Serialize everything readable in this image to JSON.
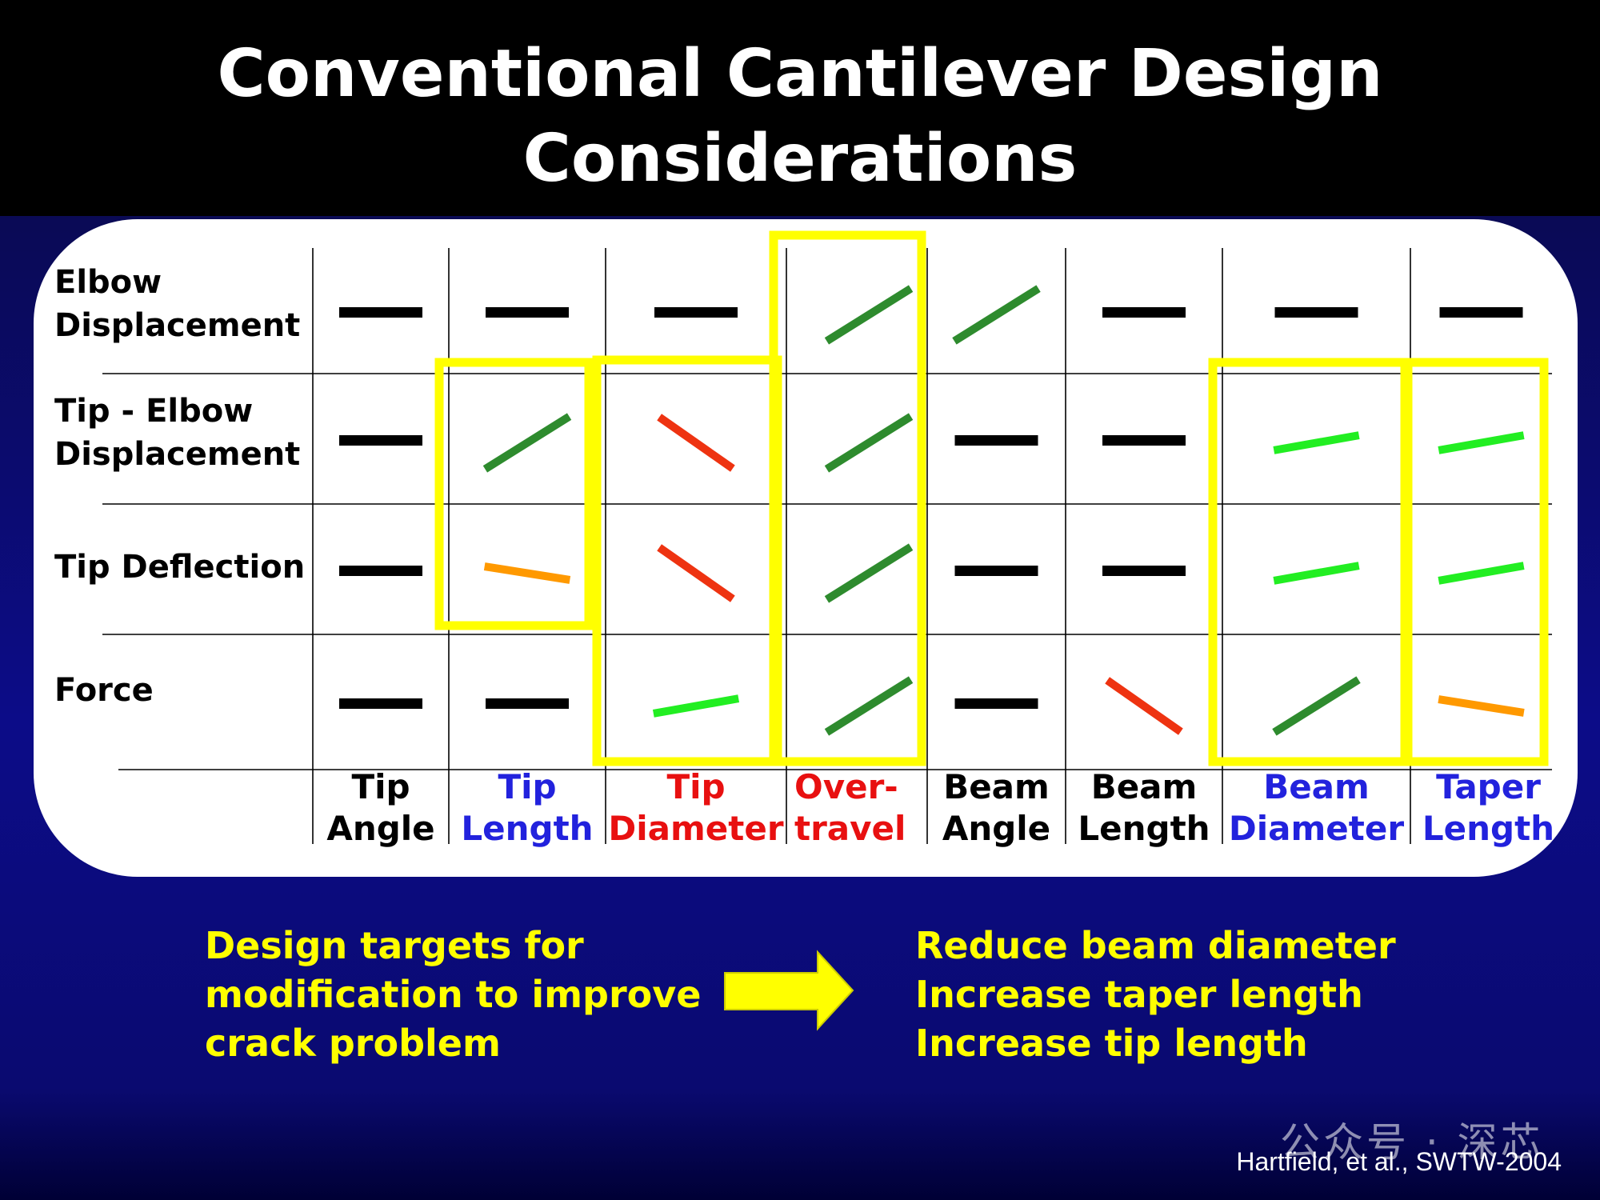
{
  "title": {
    "line1": "Conventional Cantilever Design",
    "line2": "Considerations"
  },
  "rows": [
    {
      "label": "Elbow\nDisplacement"
    },
    {
      "label": "Tip - Elbow\nDisplacement"
    },
    {
      "label": "Tip Deflection"
    },
    {
      "label": "Force"
    }
  ],
  "columns": [
    {
      "label": "Tip\nAngle",
      "color": "#000000"
    },
    {
      "label": "Tip\nLength",
      "color": "#2222dd"
    },
    {
      "label": "Tip\nDiameter",
      "color": "#e81010"
    },
    {
      "label": "Over-\ntravel",
      "color": "#e81010"
    },
    {
      "label": "Beam\nAngle",
      "color": "#000000"
    },
    {
      "label": "Beam\nLength",
      "color": "#000000"
    },
    {
      "label": "Beam\nDiameter",
      "color": "#2222dd"
    },
    {
      "label": "Taper\nLength",
      "color": "#2222dd"
    }
  ],
  "trend_colors": {
    "flat": "#000000",
    "up": "#2e8b2e",
    "slight_up": "#22ee22",
    "down": "#ee3311",
    "slight_down": "#ff9900"
  },
  "trends": [
    [
      "flat",
      "flat",
      "flat",
      "up",
      "up",
      "flat",
      "flat",
      "flat"
    ],
    [
      "flat",
      "up",
      "down",
      "up",
      "flat",
      "flat",
      "slight_up",
      "slight_up"
    ],
    [
      "flat",
      "slight_down",
      "down",
      "up",
      "flat",
      "flat",
      "slight_up",
      "slight_up"
    ],
    [
      "flat",
      "flat",
      "slight_up",
      "up",
      "flat",
      "down",
      "up",
      "slight_down"
    ]
  ],
  "highlight_color": "#ffff00",
  "bottom": {
    "left": [
      "Design targets for",
      "modification to improve",
      "crack problem"
    ],
    "right": [
      "Reduce beam diameter",
      "Increase taper length",
      "Increase tip length"
    ]
  },
  "credit": "Hartfield, et al., SWTW-2004",
  "watermark": "公众号 · 深芯"
}
